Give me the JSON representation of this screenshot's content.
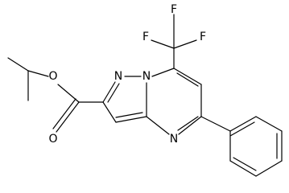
{
  "molecule": {
    "atoms": {
      "F_left": "F",
      "F_top": "F",
      "F_right": "F",
      "N1": "N",
      "N7": "N",
      "N4": "N",
      "O_ester": "O",
      "O_carbonyl": "O"
    }
  }
}
